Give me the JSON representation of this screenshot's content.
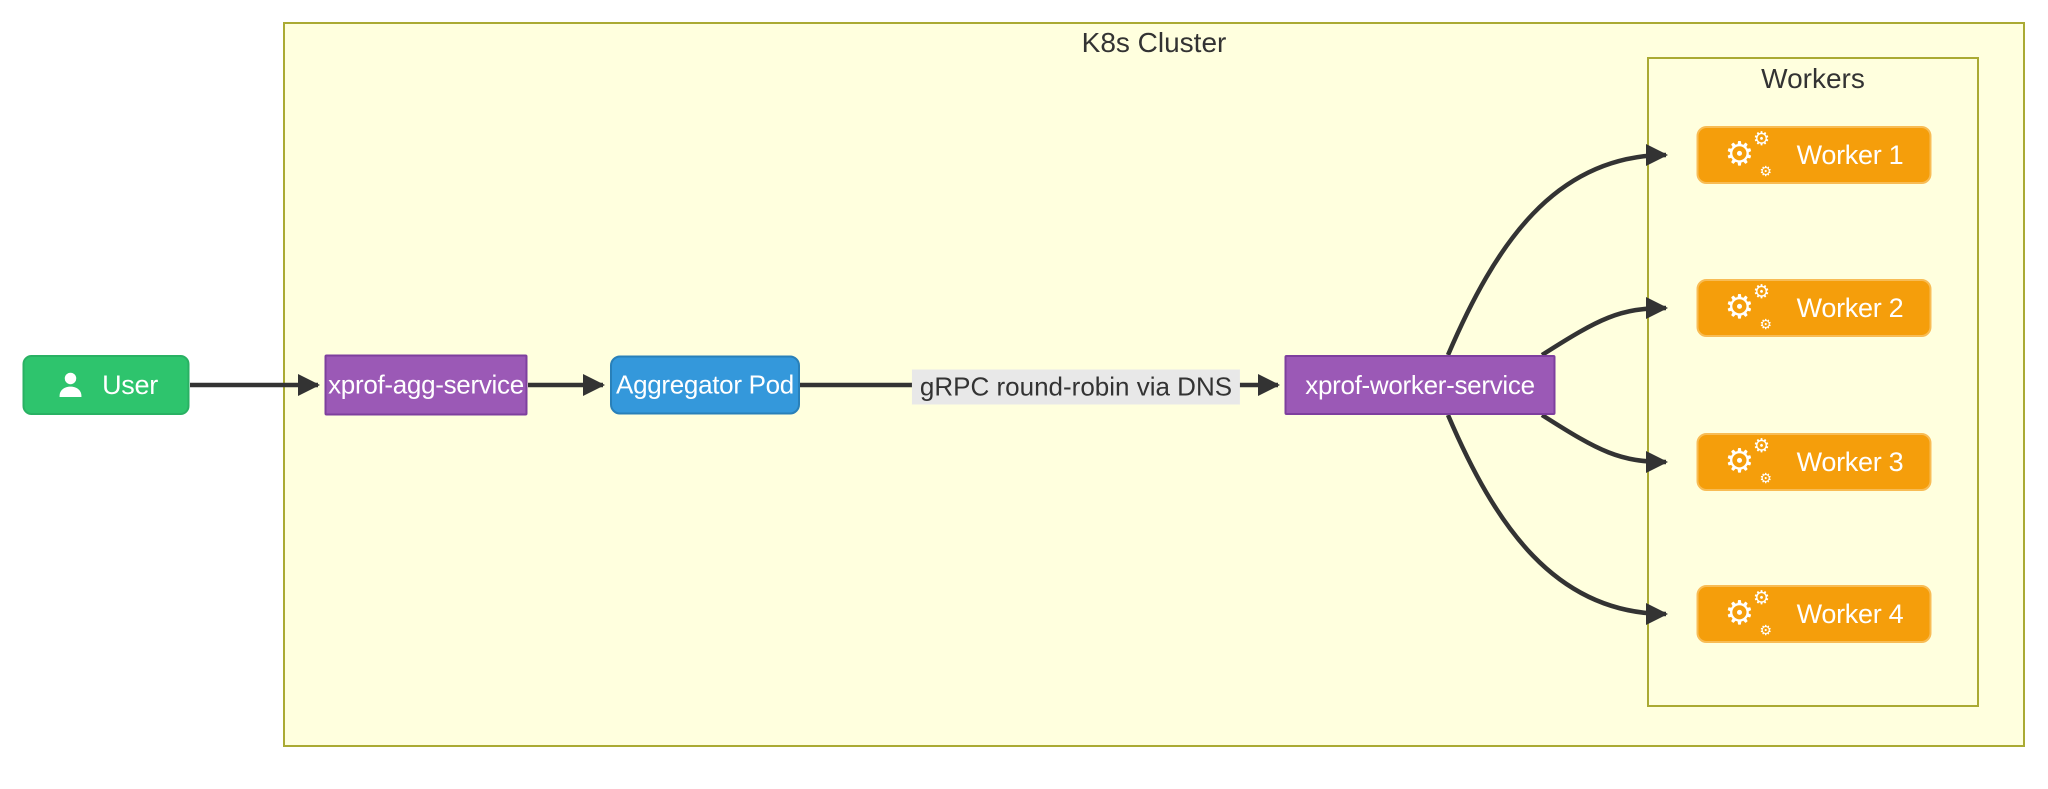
{
  "clusters": {
    "k8s": {
      "title": "K8s Cluster"
    },
    "workers": {
      "title": "Workers"
    }
  },
  "nodes": {
    "user": {
      "label": "User",
      "icon": "user-icon"
    },
    "agg_service": {
      "label": "xprof-agg-service"
    },
    "aggregator_pod": {
      "label": "Aggregator Pod"
    },
    "worker_service": {
      "label": "xprof-worker-service"
    },
    "workers": [
      {
        "label": "Worker 1",
        "icon": "gears-icon"
      },
      {
        "label": "Worker 2",
        "icon": "gears-icon"
      },
      {
        "label": "Worker 3",
        "icon": "gears-icon"
      },
      {
        "label": "Worker 4",
        "icon": "gears-icon"
      }
    ]
  },
  "edges": {
    "grpc_label": "gRPC round-robin via DNS"
  },
  "icons": {
    "gear_glyph": "⚙"
  },
  "colors": {
    "cluster-fill": "#ffffde",
    "cluster-border": "#aaaa33",
    "user-fill": "#2ec46d",
    "user-border": "#29b163",
    "service-fill": "#9b59b6",
    "service-border": "#7e3f9e",
    "pod-fill": "#3498db",
    "pod-border": "#2980b9",
    "worker-fill": "#f59e0b",
    "worker-border": "#f8bc55",
    "edge-stroke": "#333333",
    "label-bg": "#e8e8e8",
    "text-dark": "#333333",
    "text-light": "#ffffff"
  }
}
